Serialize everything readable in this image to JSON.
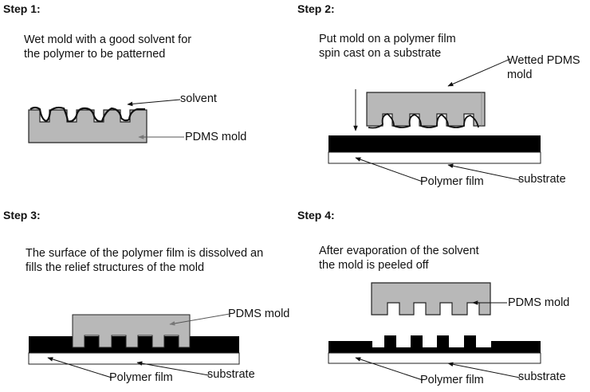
{
  "figure": {
    "steps": [
      {
        "title": "Step 1:",
        "description": "Wet mold with a good solvent for\nthe polymer to be patterned",
        "labels": {
          "solvent": "solvent",
          "mold": "PDMS mold"
        }
      },
      {
        "title": "Step 2:",
        "description": "Put mold on a polymer film\nspin cast on a substrate",
        "labels": {
          "mold": "Wetted PDMS\nmold",
          "film": "Polymer film",
          "substrate": "substrate"
        }
      },
      {
        "title": "Step 3:",
        "description": "The surface of the polymer film is dissolved an\nfills the relief structures of the mold",
        "labels": {
          "mold": "PDMS mold",
          "film": "Polymer film",
          "substrate": "substrate"
        }
      },
      {
        "title": "Step 4:",
        "description": "After evaporation of the solvent\nthe mold is peeled off",
        "labels": {
          "mold": "PDMS mold",
          "film": "Polymer film",
          "substrate": "substrate"
        }
      }
    ],
    "colors": {
      "mold_fill": "#b8b8b8",
      "film_fill": "#000000",
      "substrate_fill": "#ffffff",
      "outline": "#222222"
    }
  }
}
